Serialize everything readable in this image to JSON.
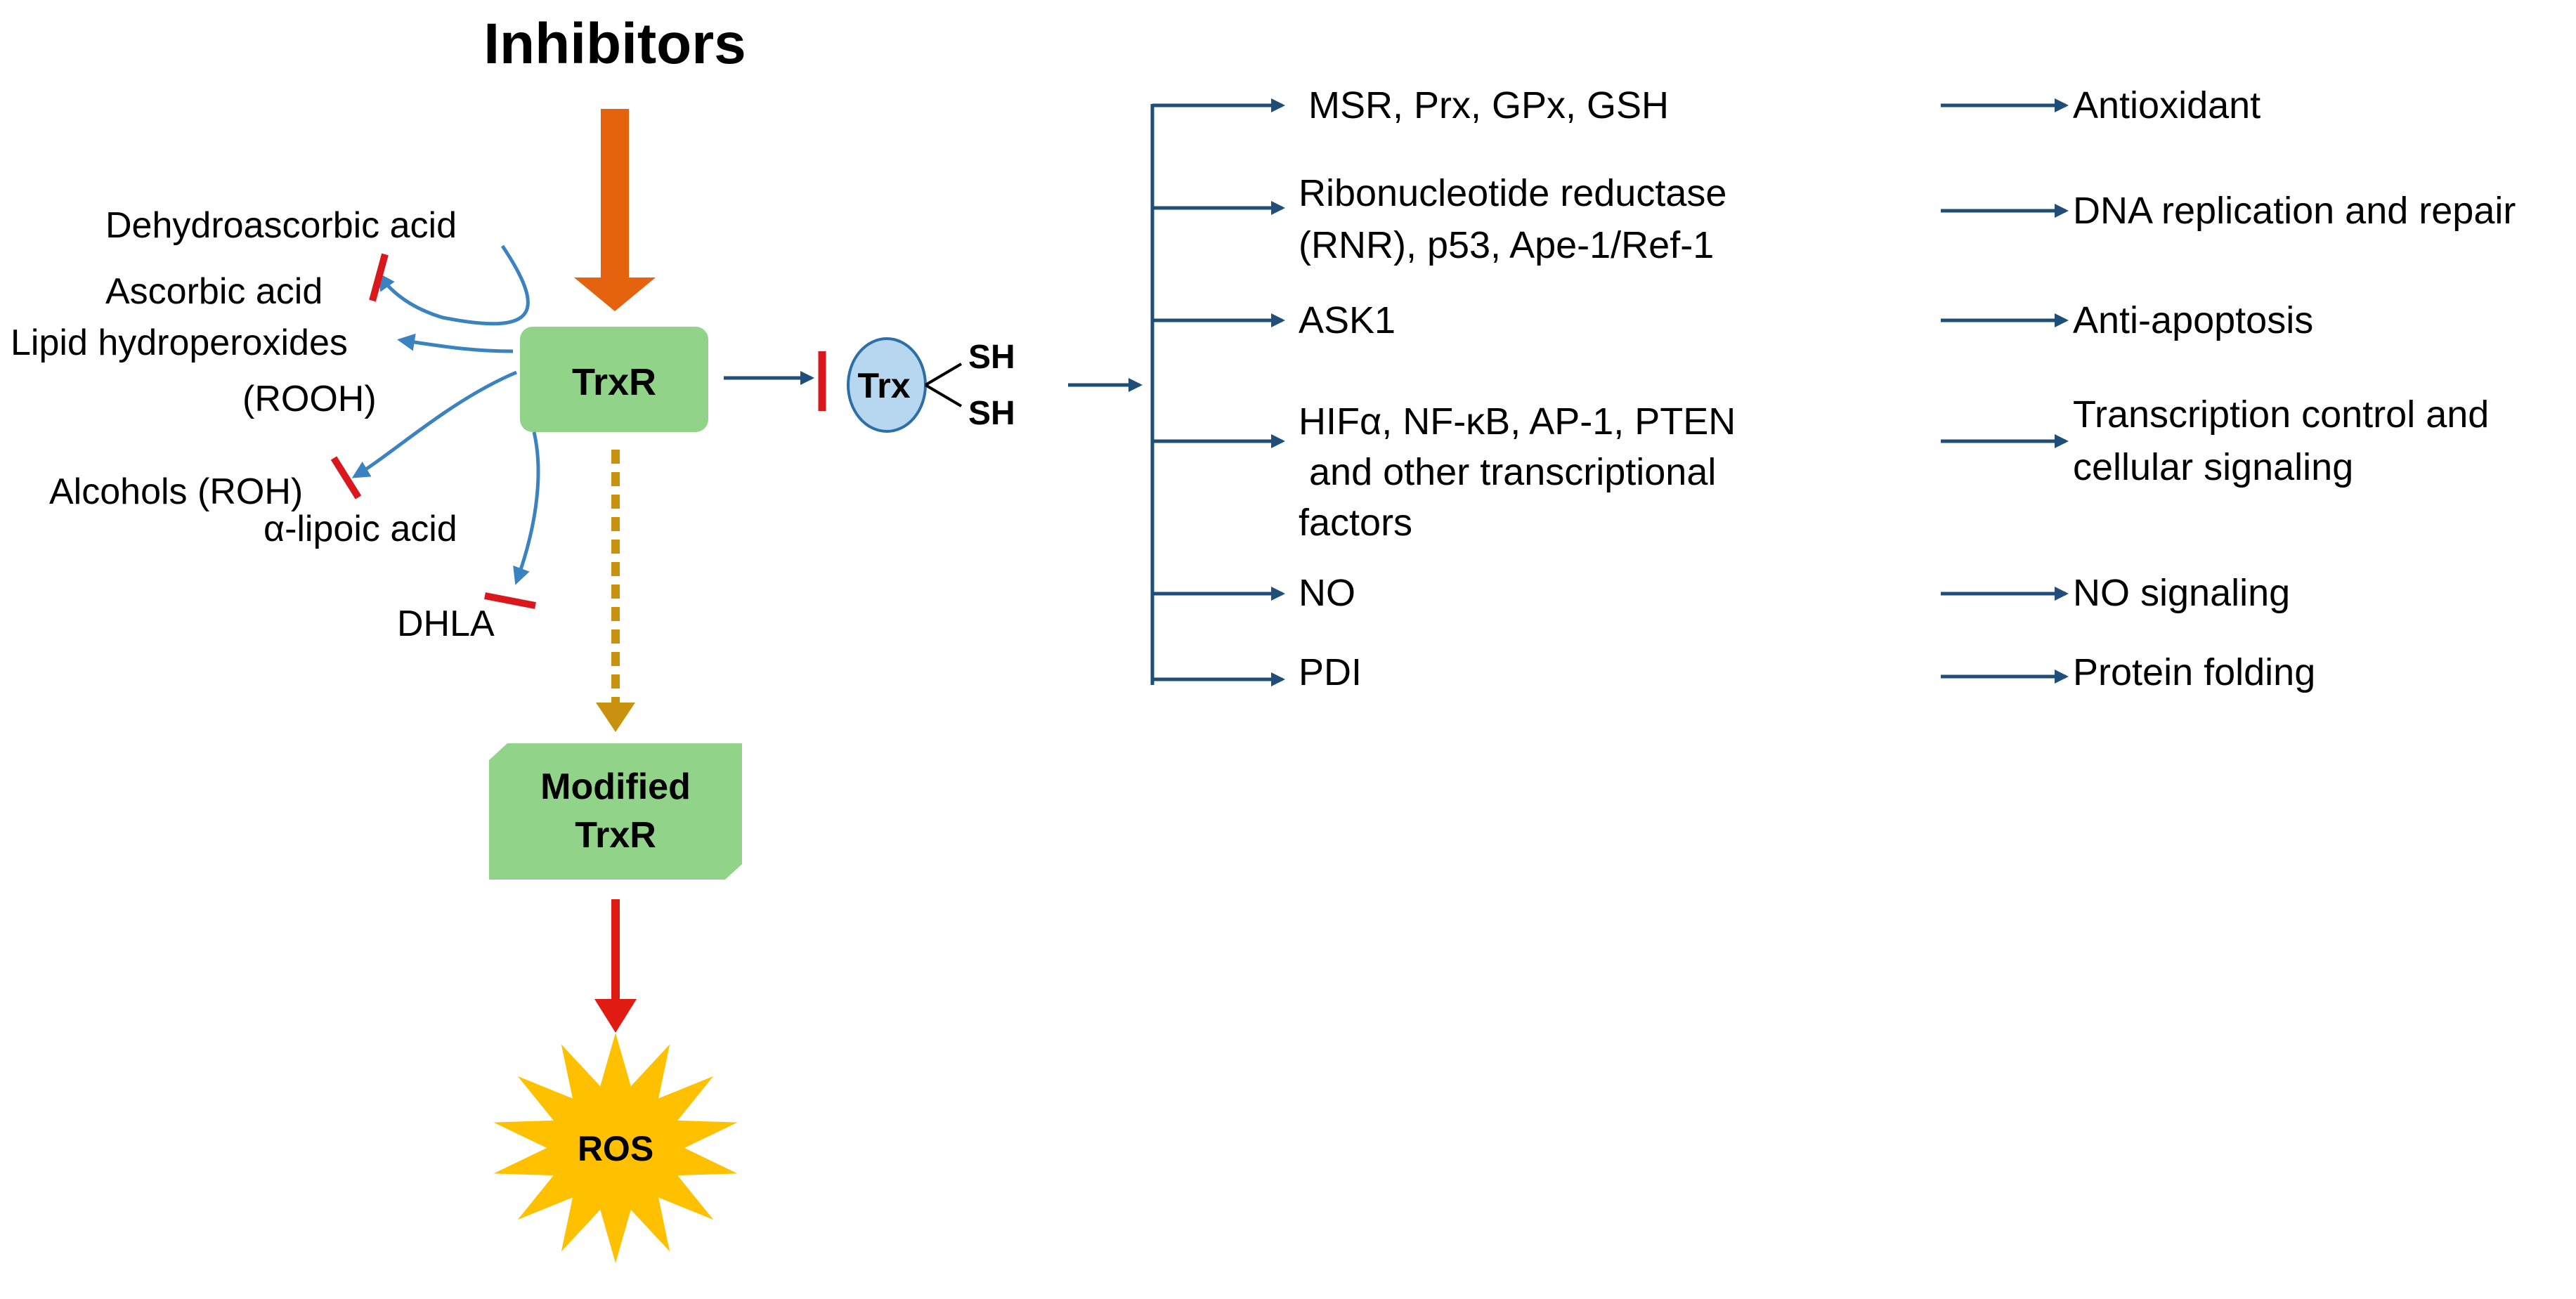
{
  "title": "Inhibitors",
  "central_enzyme": "TrxR",
  "modified_enzyme": [
    "Modified",
    "TrxR"
  ],
  "ros_label": "ROS",
  "trx": {
    "label": "Trx",
    "thiol_top": "SH",
    "thiol_bottom": "SH"
  },
  "substrates": [
    {
      "label": "Dehydroascorbic acid",
      "inhibited": false
    },
    {
      "label": "Ascorbic acid",
      "inhibited": true
    },
    {
      "label": "Lipid hydroperoxides",
      "inhibited": false
    },
    {
      "label": "(ROOH)",
      "inhibited": false
    },
    {
      "label": "Alcohols (ROH)",
      "inhibited": true
    },
    {
      "label": "α-lipoic acid",
      "inhibited": false
    },
    {
      "label": "DHLA",
      "inhibited": true
    }
  ],
  "targets": [
    {
      "lines": [
        "MSR, Prx, GPx, GSH"
      ],
      "function": [
        "Antioxidant"
      ]
    },
    {
      "lines": [
        "Ribonucleotide reductase",
        "(RNR), p53, Ape-1/Ref-1"
      ],
      "function": [
        "DNA replication and repair"
      ]
    },
    {
      "lines": [
        "ASK1"
      ],
      "function": [
        "Anti-apoptosis"
      ]
    },
    {
      "lines": [
        "HIFα, NF-κB, AP-1, PTEN",
        " and other transcriptional",
        "factors"
      ],
      "function": [
        "Transcription control and",
        "cellular signaling"
      ]
    },
    {
      "lines": [
        "NO"
      ],
      "function": [
        "NO signaling"
      ]
    },
    {
      "lines": [
        "PDI"
      ],
      "function": [
        "Protein folding"
      ]
    }
  ],
  "colors": {
    "inhibitor_arrow": "#E5620F",
    "box_fill": "#92D38A",
    "trx_fill": "#B7D7F0",
    "trx_stroke": "#2E6EA8",
    "substrate_arrow": "#3A83C0",
    "branch_arrow": "#1F4E79",
    "inhibition_bar": "#D9181E",
    "dashed_arrow": "#C9920E",
    "ros_arrow": "#E01B12",
    "ros_burst": "#FFC000"
  }
}
